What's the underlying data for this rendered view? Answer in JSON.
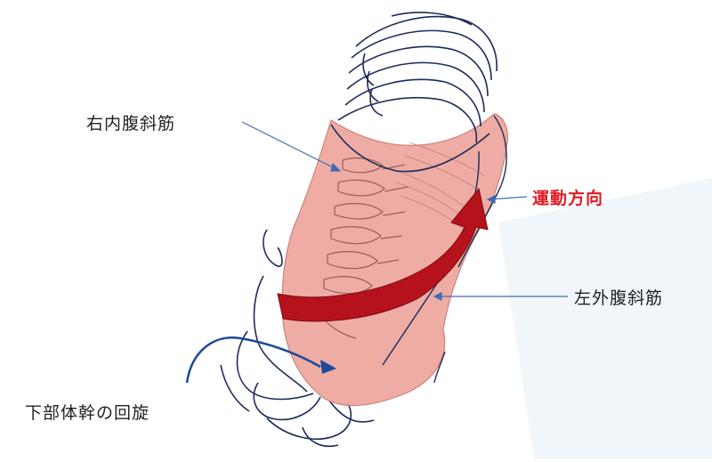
{
  "labels": {
    "right_internal_oblique": "右内腹斜筋",
    "movement_direction": "運動方向",
    "left_external_oblique": "左外腹斜筋",
    "lower_trunk_rotation": "下部体幹の回旋"
  },
  "colors": {
    "outline": "#1c2b5a",
    "leader_line": "#3d6bb5",
    "muscle_fill": "#eda69e",
    "muscle_stroke": "#c9786e",
    "arrow": "#b5121b",
    "accent_text": "#e01b24",
    "text": "#222222",
    "background_glow": "#eef4fa"
  }
}
